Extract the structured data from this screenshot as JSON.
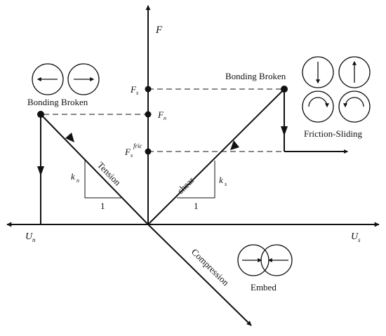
{
  "axes": {
    "force": "F",
    "normal": "U",
    "normal_sub": "n",
    "shear": "U",
    "shear_sub": "s"
  },
  "force_points": {
    "fs": "F",
    "fs_sub": "s",
    "fn": "F",
    "fn_sub": "n",
    "fric": "F",
    "fric_sub": "s",
    "fric_sup": "fric"
  },
  "tension": {
    "label": "Tension",
    "stiffness": "k",
    "stiffness_sub": "n",
    "unit": "1",
    "state": "Bonding Broken"
  },
  "shear": {
    "label": "shear",
    "stiffness": "k",
    "stiffness_sub": "s",
    "unit": "1",
    "state": "Bonding Broken",
    "post_state": "Friction-Sliding"
  },
  "compression": {
    "label": "Compression",
    "state": "Embed"
  },
  "colors": {
    "line": "#111111",
    "background": "#ffffff"
  }
}
